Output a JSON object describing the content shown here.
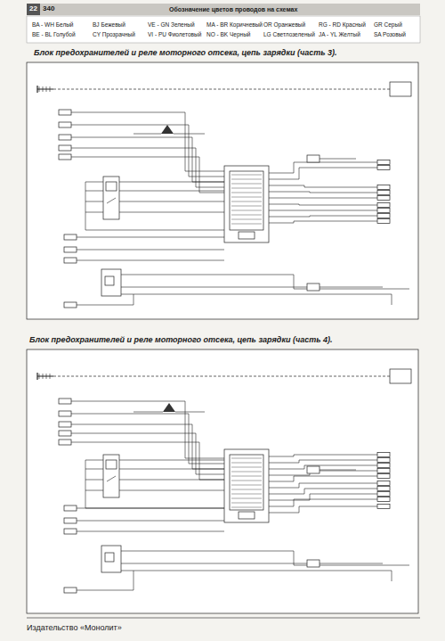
{
  "diagram": {
    "title": "Обозначение цветов проводов на схемах",
    "labels": [
      "22",
      "340",
      "Блок предохранителей и реле моторного отсека, цепь зарядки (часть 3).",
      "Блок предохранителей и реле моторного отсека, цепь зарядки (часть 4).",
      "Издательство «Монолит»"
    ],
    "legend": [
      {
        "text": "BA - WH Белый"
      },
      {
        "text": "BE - BL Голубой"
      },
      {
        "text": "BJ Бежевый"
      },
      {
        "text": "CY Прозрачный"
      },
      {
        "text": "VE - GN Зеленый"
      },
      {
        "text": "VI - PU Фиолетовый"
      },
      {
        "text": "MA - BR Коричневый"
      },
      {
        "text": "NO - BK Черный"
      },
      {
        "text": "OR Оранжевый"
      },
      {
        "text": "LG Светлозеленый"
      },
      {
        "text": "RG - RD Красный"
      },
      {
        "text": "JA - YL Желтый"
      },
      {
        "text": "GR Серый"
      },
      {
        "text": "SA Розовый"
      }
    ]
  }
}
